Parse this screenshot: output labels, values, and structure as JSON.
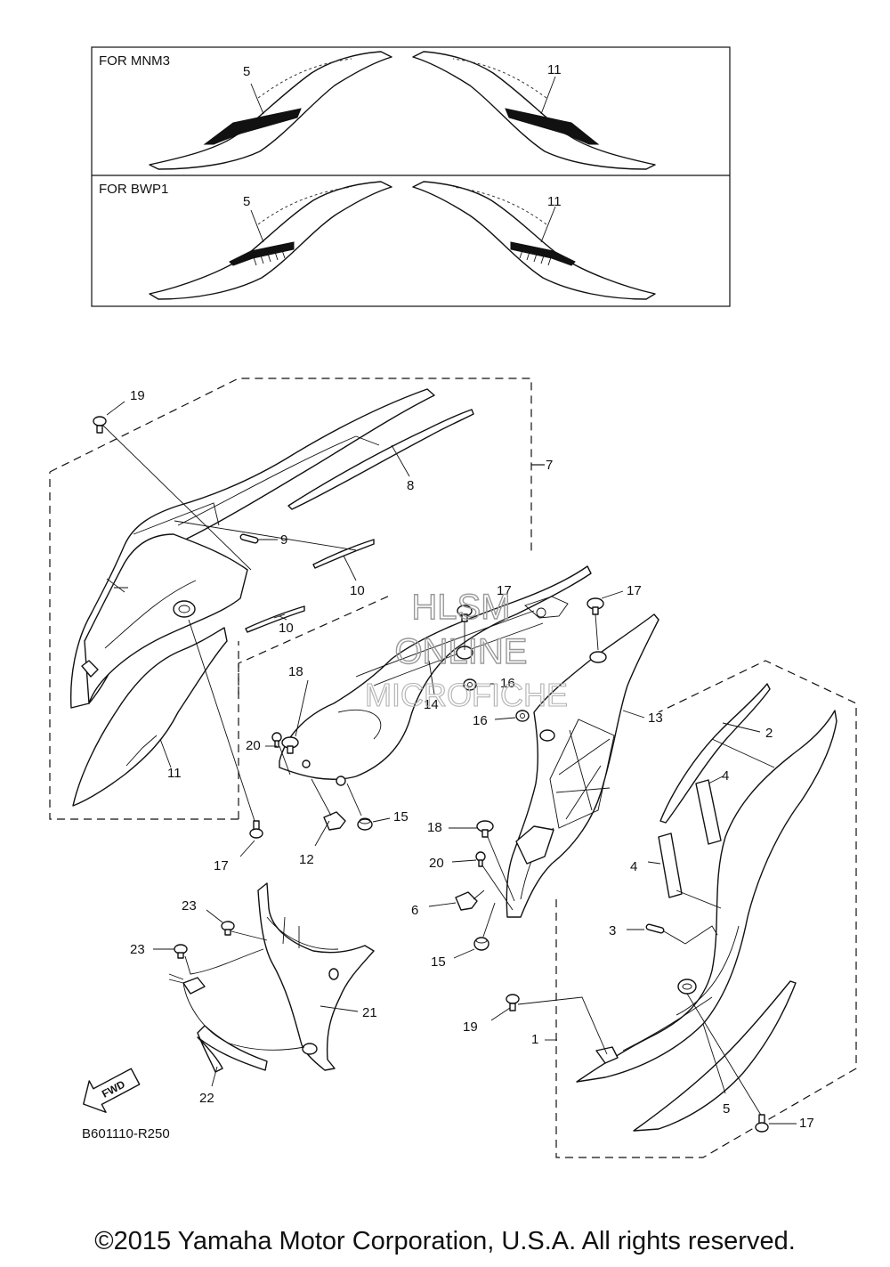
{
  "panels": [
    {
      "label": "FOR MNM3",
      "left_callout": "5",
      "right_callout": "11"
    },
    {
      "label": "FOR BWP1",
      "left_callout": "5",
      "right_callout": "11"
    }
  ],
  "callouts": {
    "c1": "1",
    "c2": "2",
    "c3": "3",
    "c4a": "4",
    "c4b": "4",
    "c5": "5",
    "c6": "6",
    "c7": "7",
    "c8": "8",
    "c9": "9",
    "c10a": "10",
    "c10b": "10",
    "c11": "11",
    "c12": "12",
    "c13": "13",
    "c14": "14",
    "c15a": "15",
    "c15b": "15",
    "c16a": "16",
    "c16b": "16",
    "c17a": "17",
    "c17b": "17",
    "c17c": "17",
    "c17d": "17",
    "c18a": "18",
    "c18b": "18",
    "c19a": "19",
    "c19b": "19",
    "c20a": "20",
    "c20b": "20",
    "c21": "21",
    "c22": "22",
    "c23a": "23",
    "c23b": "23"
  },
  "watermark": {
    "line1": "HLSM",
    "line2": "ONLINE",
    "line3": "MICROFICHE"
  },
  "fwd_label": "FWD",
  "diagram_code": "B601110-R250",
  "copyright": "©2015 Yamaha Motor Corporation, U.S.A. All rights reserved."
}
